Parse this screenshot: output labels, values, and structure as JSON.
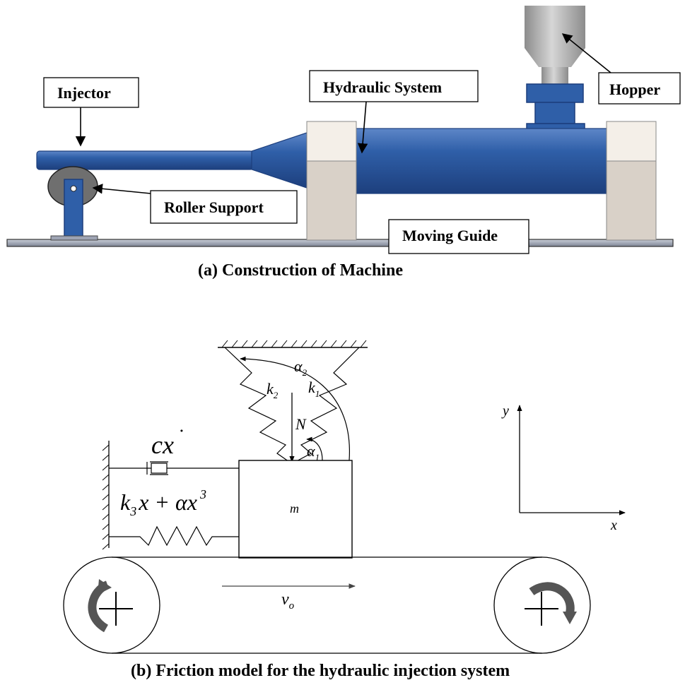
{
  "machine": {
    "labels": {
      "injector": "Injector",
      "hydraulic_system": "Hydraulic System",
      "hopper": "Hopper",
      "roller_support": "Roller Support",
      "moving_guide": "Moving Guide"
    },
    "caption": "(a)  Construction of Machine"
  },
  "friction_model": {
    "damper_term": {
      "base": "cx",
      "dot": "˙"
    },
    "spring_term": {
      "k": "k",
      "k_sub": "3",
      "rest": "x + αx",
      "power": "3"
    },
    "k1": {
      "base": "k",
      "sub": "1"
    },
    "k2": {
      "base": "k",
      "sub": "2"
    },
    "alpha1": {
      "base": "α",
      "sub": "1"
    },
    "alpha2": {
      "base": "α",
      "sub": "2"
    },
    "normal_force": "N",
    "mass": "m",
    "velocity": {
      "base": "v",
      "sub": "o"
    },
    "axis_x": "x",
    "axis_y": "y",
    "caption": "(b)  Friction model for the hydraulic injection system"
  },
  "colors": {
    "body_blue": "#2f5fa8",
    "body_blue_dark": "#1d3f7d",
    "support_beige": "#d9d1c8",
    "roller_gray": "#6f6f6f",
    "hopper_gray": "#b3b3b3",
    "guide_gray": "#9ea4b3",
    "arrow_dark": "#555555"
  }
}
